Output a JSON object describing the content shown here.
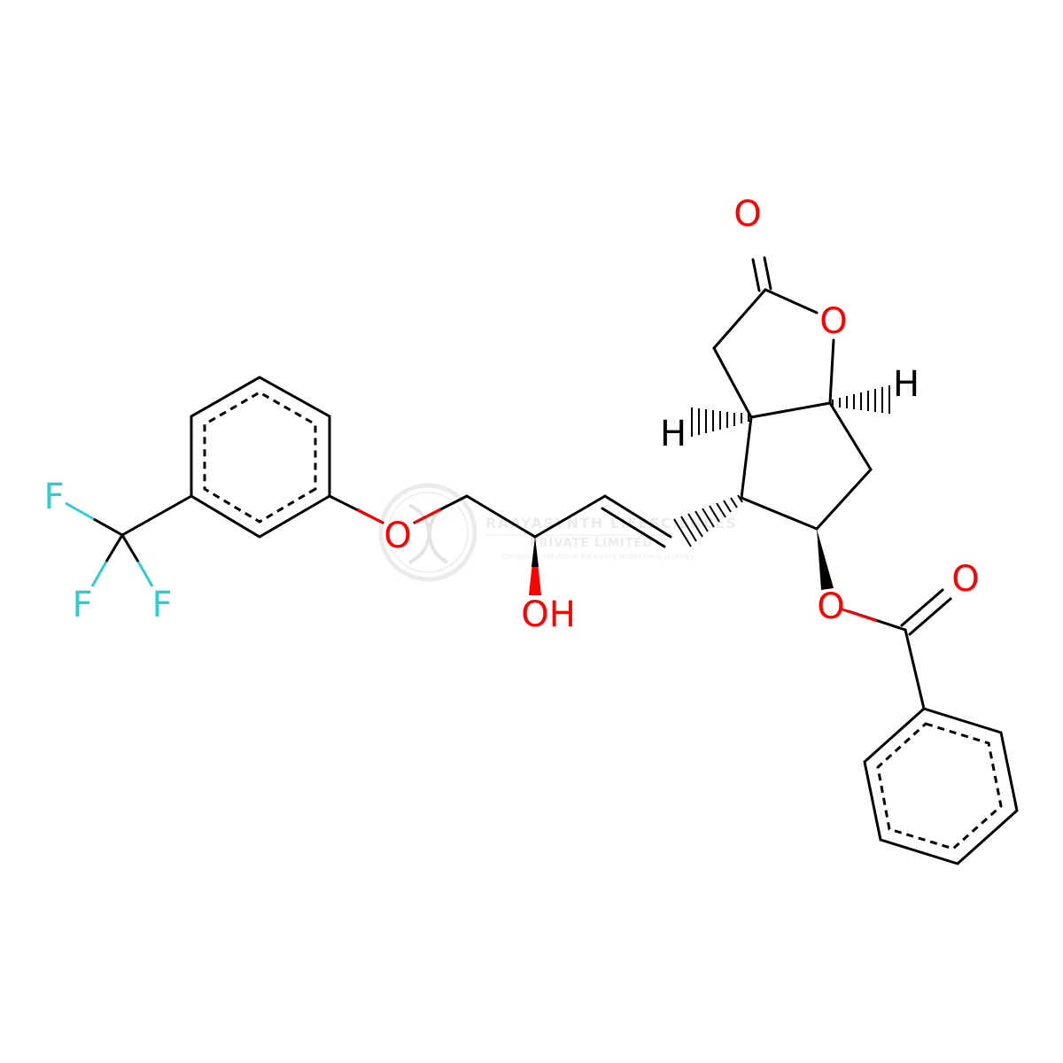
{
  "colors": {
    "bond": "#000000",
    "oxygen": "#ff0000",
    "fluorine": "#33cccc",
    "hydrogen": "#000000",
    "watermark": "#c8c8c8"
  },
  "watermark": {
    "line1": "RAAYASYNTH LIFESCIENCES",
    "line2": "PRIVATE LIMITED",
    "tagline": "Complete solutions for every molecule's journey"
  },
  "atoms": {
    "o_carbonyl_top": "O",
    "o_ring": "O",
    "h_right": "H",
    "h_left": "H",
    "o_ester": "O",
    "o_benzoyl": "O",
    "o_ether": "O",
    "oh": "OH",
    "f1": "F",
    "f2": "F",
    "f3": "F"
  }
}
